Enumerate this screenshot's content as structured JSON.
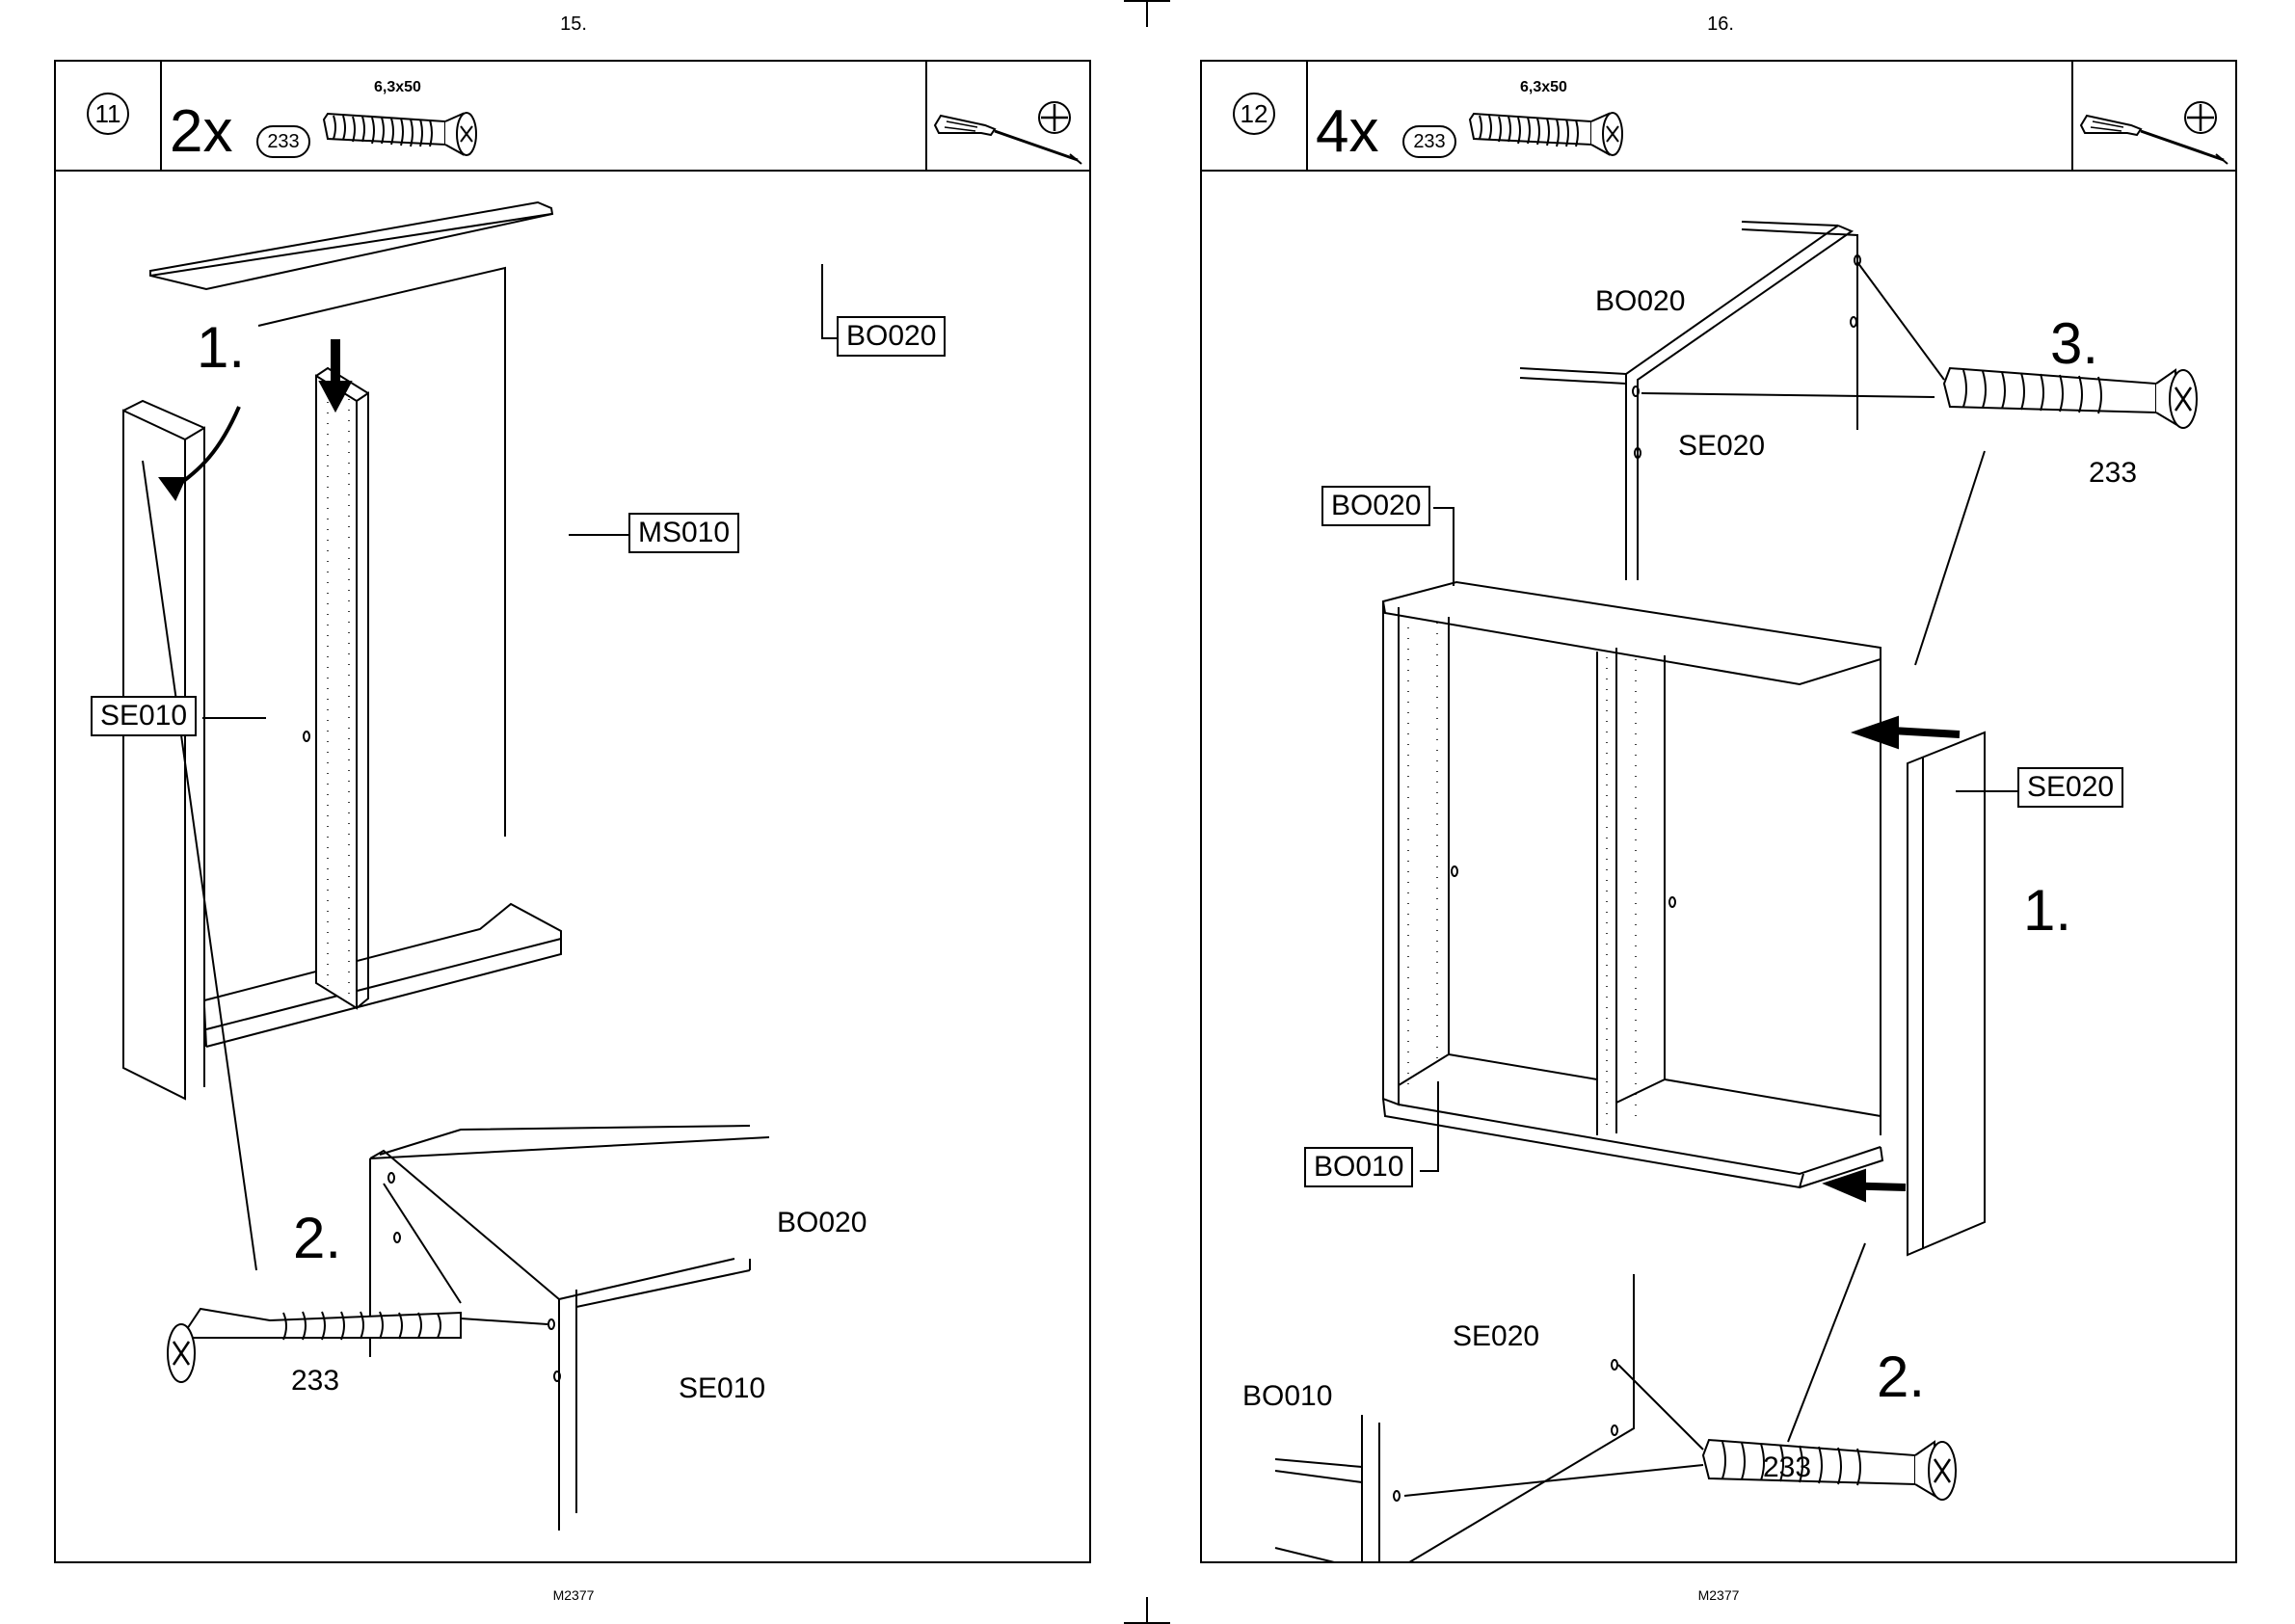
{
  "pages": [
    {
      "page_number": "15.",
      "footer": "M2377",
      "step": "11",
      "quantity": "2x",
      "part_no": "233",
      "screw_size": "6,3x50",
      "tool_icon": "screwdriver-icon",
      "phillips_icon": "phillips-head-icon",
      "boxed_labels": [
        "BO020",
        "MS010",
        "SE010"
      ],
      "plain_labels": [
        "BO020",
        "SE010",
        "233"
      ],
      "sub_steps": [
        "1.",
        "2."
      ]
    },
    {
      "page_number": "16.",
      "footer": "M2377",
      "step": "12",
      "quantity": "4x",
      "part_no": "233",
      "screw_size": "6,3x50",
      "tool_icon": "screwdriver-icon",
      "phillips_icon": "phillips-head-icon",
      "boxed_labels": [
        "BO020",
        "SE020",
        "BO010"
      ],
      "plain_labels": [
        "BO020",
        "SE020",
        "SE020",
        "BO010",
        "233",
        "233"
      ],
      "sub_steps": [
        "3.",
        "1.",
        "2."
      ]
    }
  ]
}
